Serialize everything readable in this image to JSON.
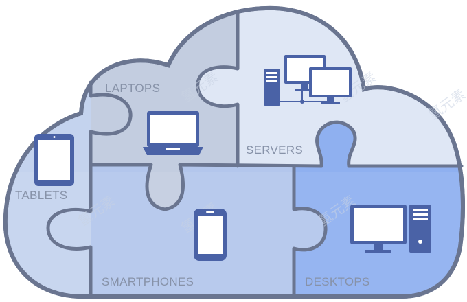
{
  "pieces": {
    "laptops": {
      "label": "LAPTOPS",
      "color": "#c3cde0",
      "icon": "laptop-icon"
    },
    "servers": {
      "label": "SERVERS",
      "color": "#dfe7f5",
      "icon": "servers-icon"
    },
    "tablets": {
      "label": "TABLETS",
      "color": "#c4d3ee",
      "icon": "tablet-icon"
    },
    "smartphones": {
      "label": "SMARTPHONES",
      "color": "#b3c6ec",
      "icon": "smartphone-icon"
    },
    "desktops": {
      "label": "DESKTOPS",
      "color": "#8fb0f0",
      "icon": "desktop-icon"
    }
  },
  "colors": {
    "outline": "#6a7590",
    "icon_fill": "#4a62a6",
    "screen": "#ffffff"
  },
  "watermark": {
    "text": "氢元素"
  }
}
